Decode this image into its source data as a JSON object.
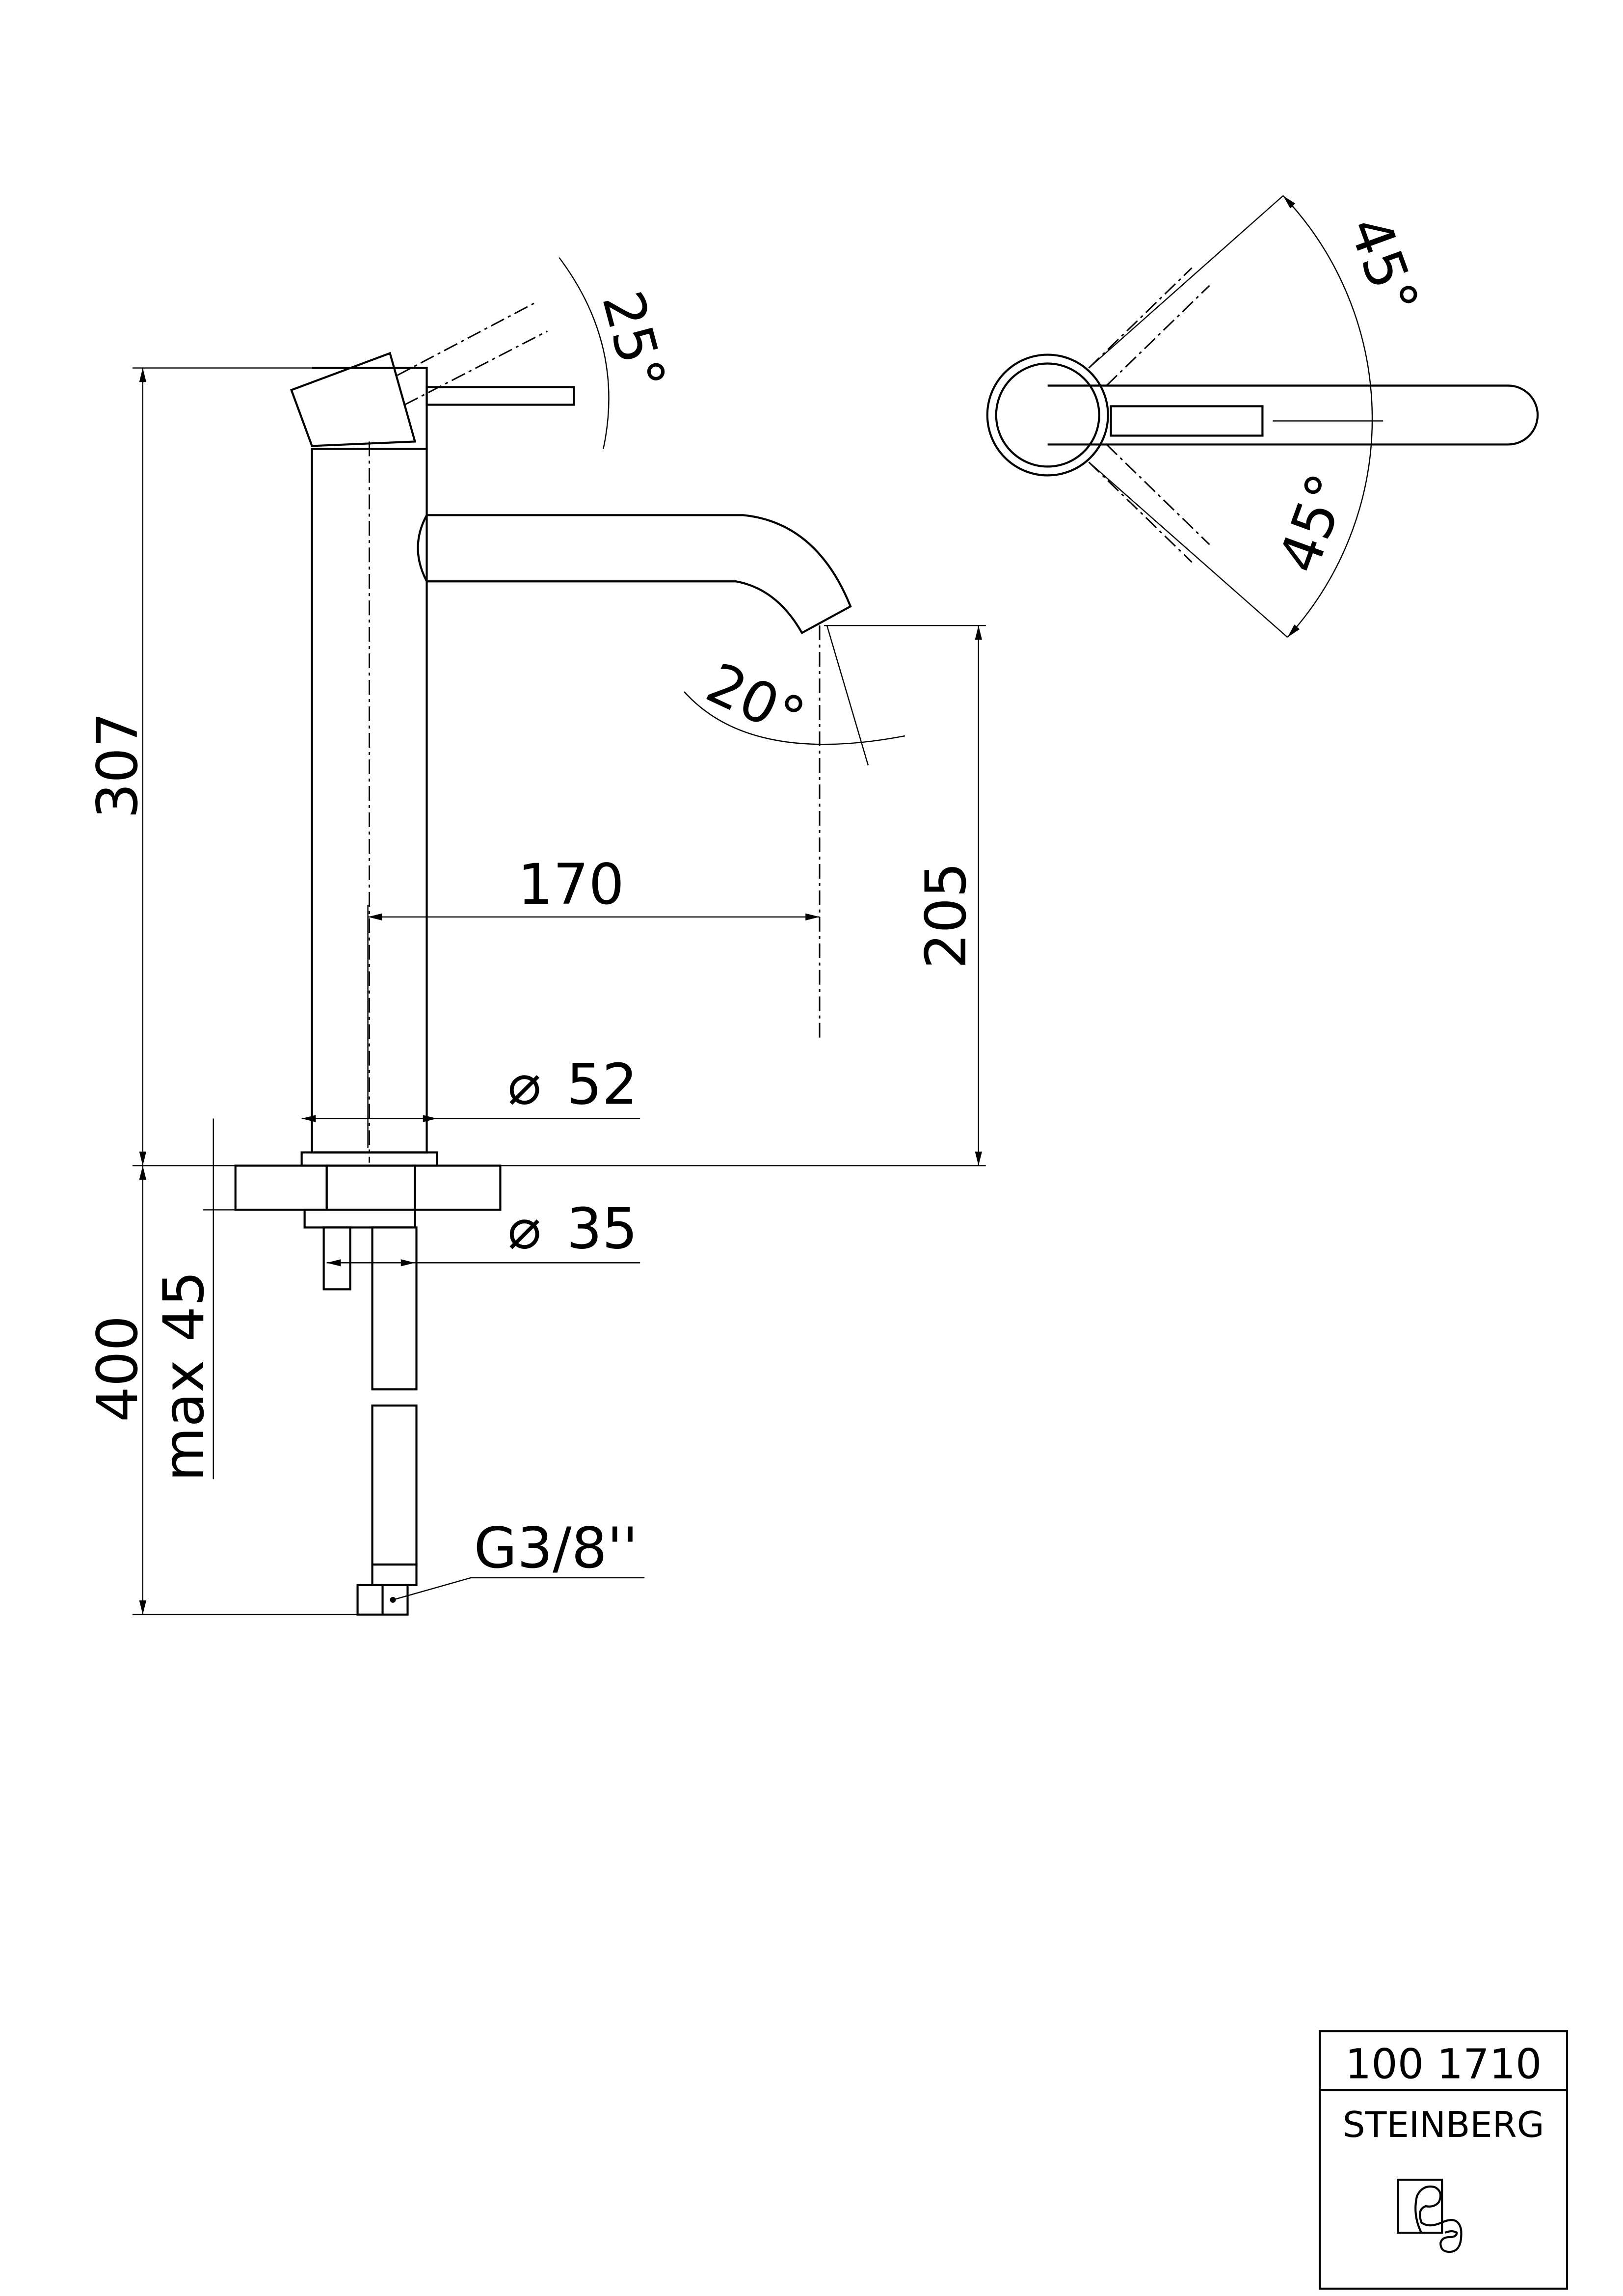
{
  "dimensions": {
    "total_height": "307",
    "hose_length": "400",
    "max_thickness": "max 45",
    "reach": "170",
    "spout_height": "205",
    "base_diameter": "52",
    "hole_diameter": "35",
    "connection": "G3/8''",
    "lever_tilt": "25°",
    "spout_angle": "20°",
    "rotation_left": "45°",
    "rotation_right": "45°",
    "diameter_symbol": "⌀"
  },
  "title_block": {
    "article_number": "100 1710",
    "brand": "STEINBERG"
  }
}
